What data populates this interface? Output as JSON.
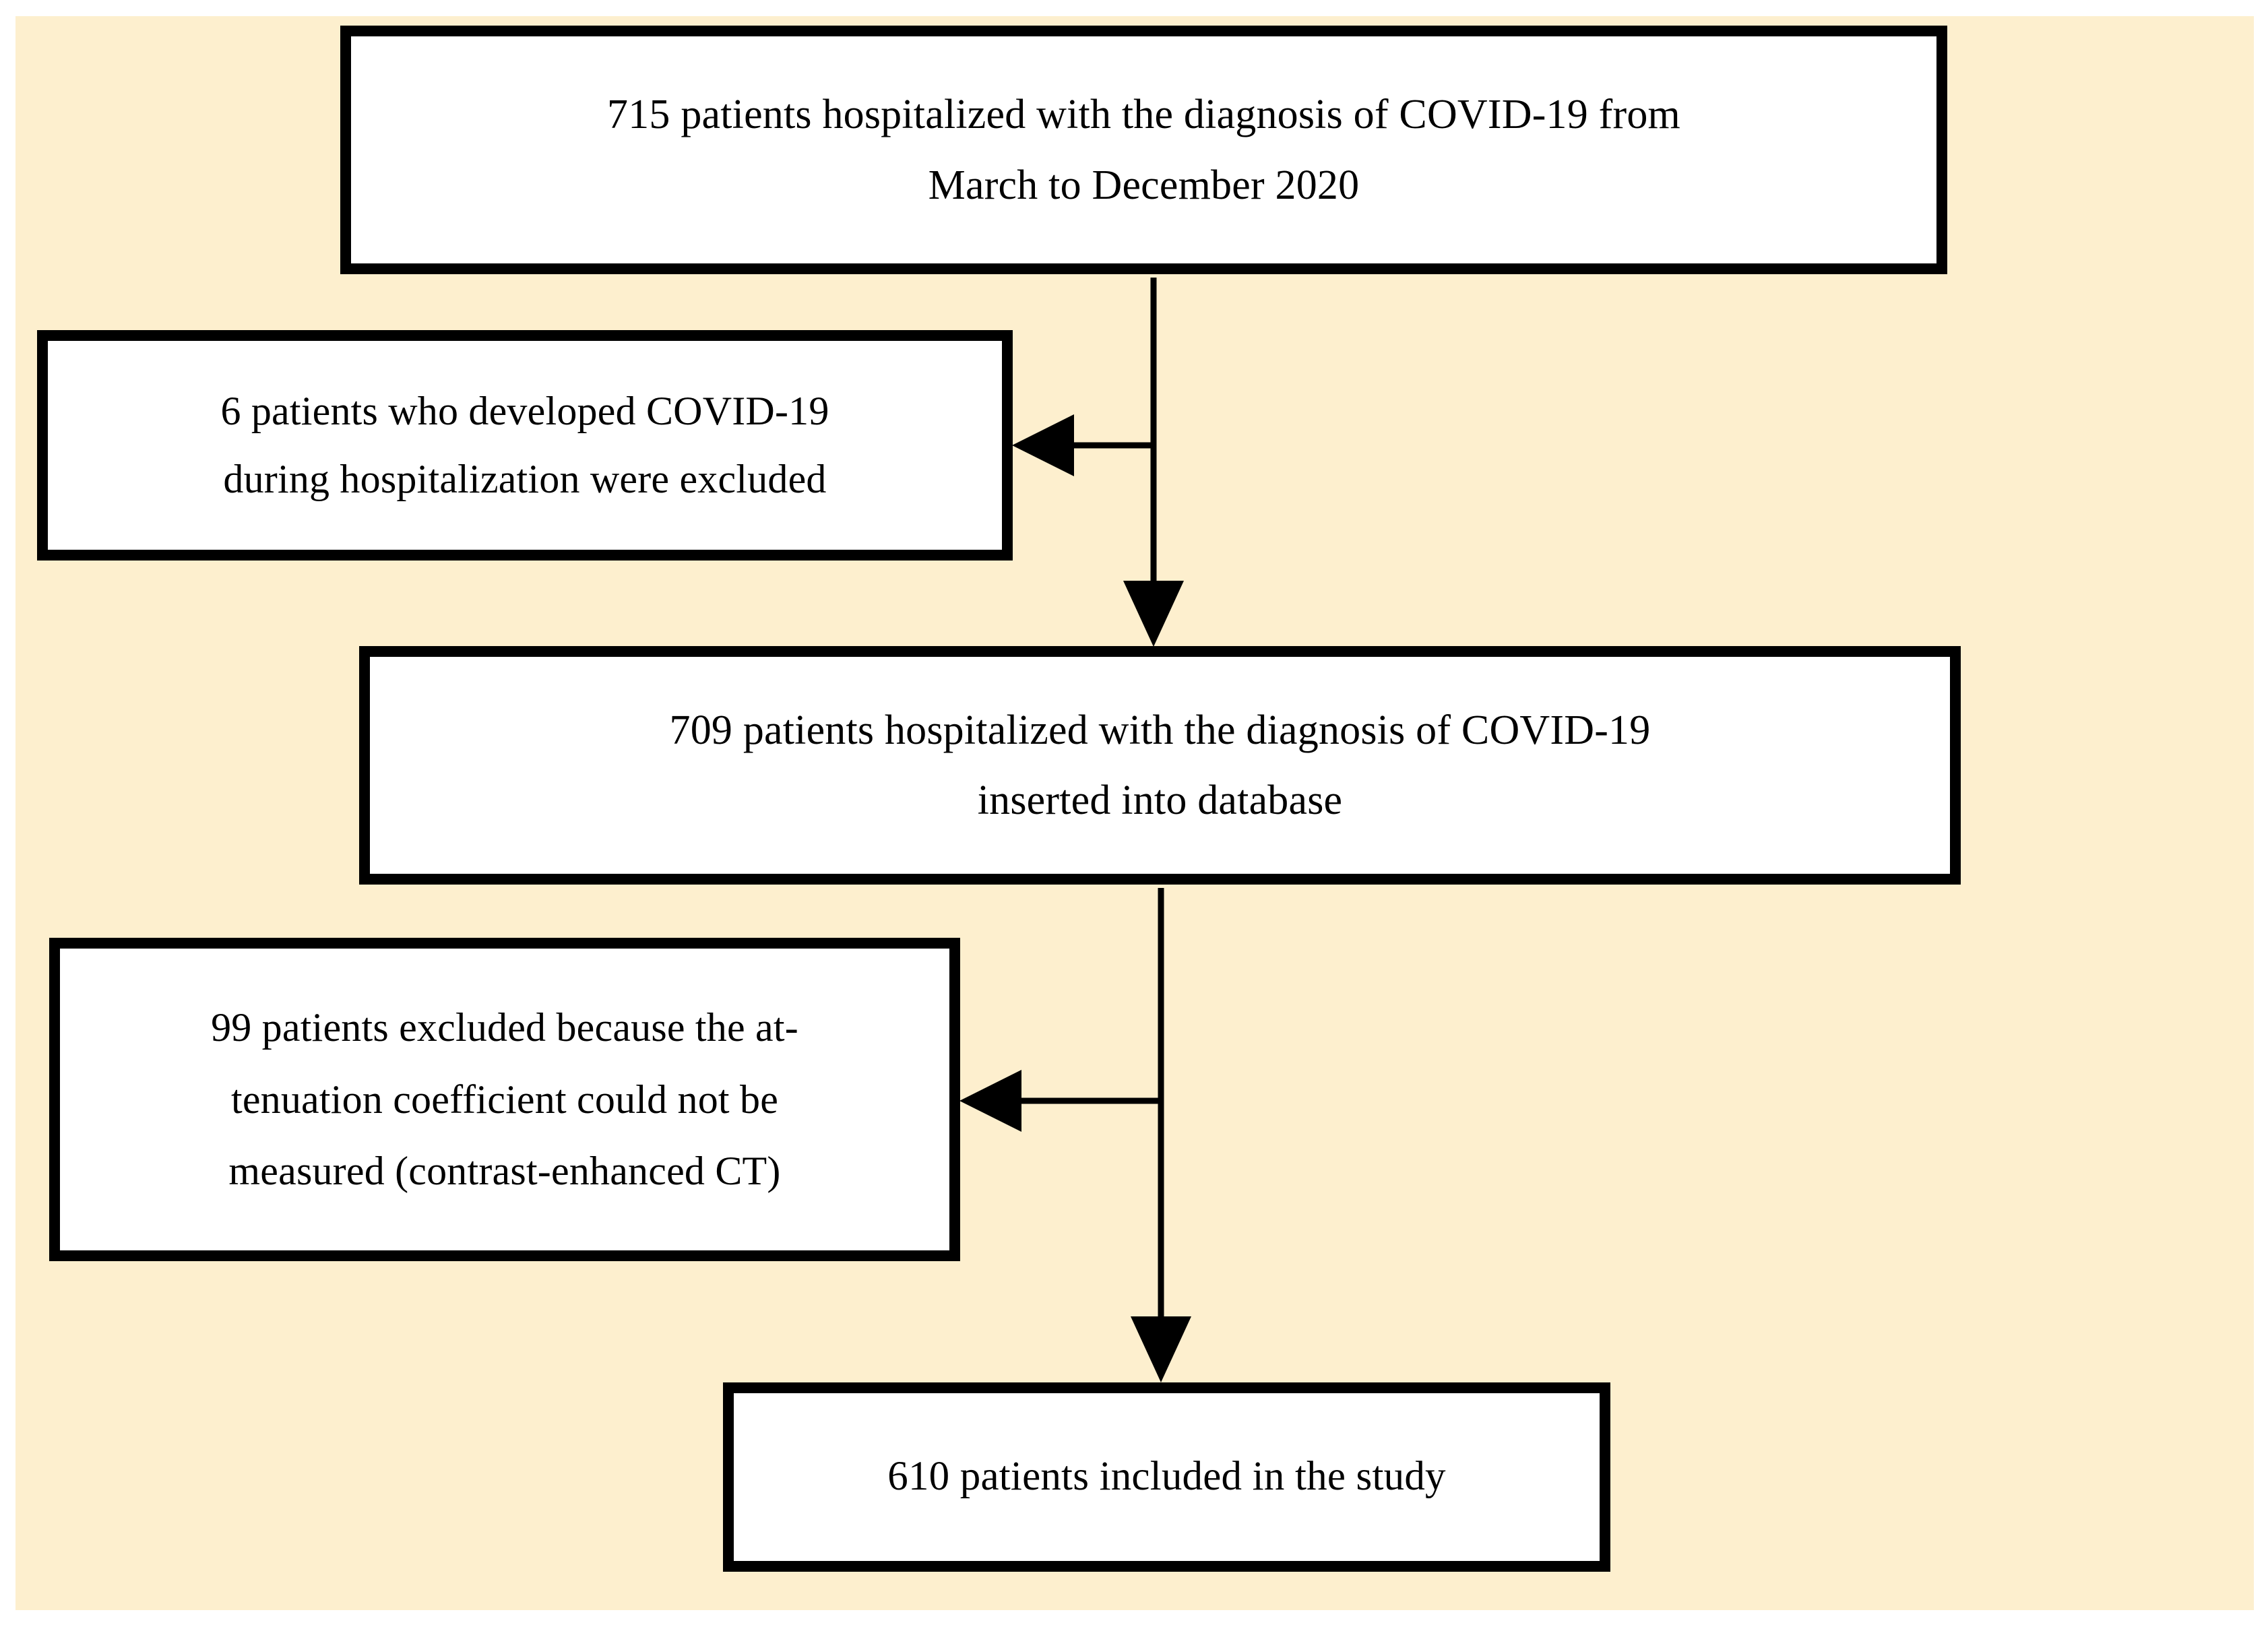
{
  "figure": {
    "type": "flowchart",
    "orientation": "top-to-bottom",
    "background_color": "#fdefce",
    "box_fill_color": "#ffffff",
    "box_border_color": "#000000",
    "connector_color": "#000000"
  },
  "nodes": [
    {
      "id": "enrolled",
      "kind": "population",
      "count": 715,
      "lines": [
        "715 patients hospitalized with the diagnosis of COVID-19 from",
        "March to December 2020"
      ]
    },
    {
      "id": "excluded-1",
      "kind": "exclusion",
      "count": 6,
      "lines": [
        "6 patients who developed COVID-19",
        "during hospitalization were excluded"
      ]
    },
    {
      "id": "database",
      "kind": "population",
      "count": 709,
      "lines": [
        "709 patients hospitalized with the diagnosis of COVID-19",
        "inserted into database"
      ]
    },
    {
      "id": "excluded-2",
      "kind": "exclusion",
      "count": 99,
      "lines": [
        "99 patients excluded because the at-",
        "tenuation coefficient could not be",
        "measured (contrast-enhanced CT)"
      ]
    },
    {
      "id": "included",
      "kind": "population",
      "count": 610,
      "lines": [
        "610 patients included in the study"
      ]
    }
  ],
  "connectors": [
    {
      "id": "enrolled-to-database",
      "from": "enrolled",
      "to": "database",
      "direction": "down",
      "arrowhead": "filled-triangle"
    },
    {
      "id": "enrolled-to-excluded-1",
      "from": "enrolled",
      "to": "excluded-1",
      "direction": "left",
      "arrowhead": "filled-triangle"
    },
    {
      "id": "database-to-included",
      "from": "database",
      "to": "included",
      "direction": "down",
      "arrowhead": "filled-triangle"
    },
    {
      "id": "database-to-excluded-2",
      "from": "database",
      "to": "excluded-2",
      "direction": "left",
      "arrowhead": "filled-triangle"
    }
  ]
}
